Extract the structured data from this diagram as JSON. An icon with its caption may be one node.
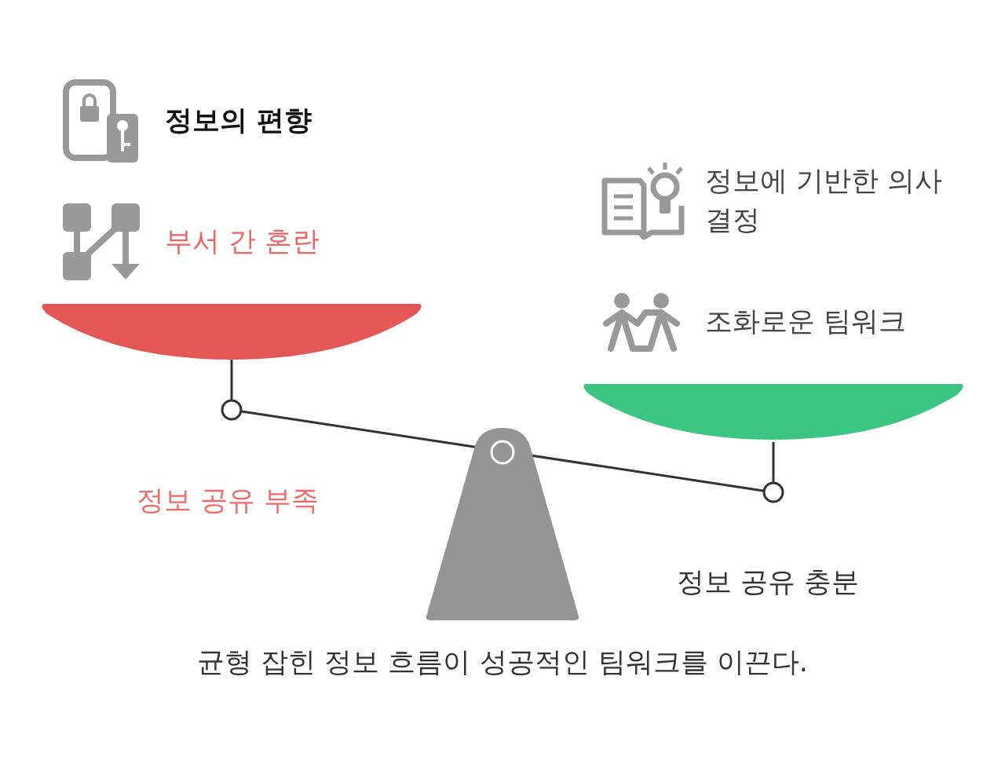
{
  "diagram": {
    "labels": [
      "정보의 편향",
      "정보에 기반한 의사 결정",
      "부서 간 혼란",
      "조화로운 팀워크",
      "정보 공유 부족",
      "정보 공유 충분",
      "균형 잡힌 정보 흐름이 성공적인 팀워크를 이끈다."
    ]
  }
}
